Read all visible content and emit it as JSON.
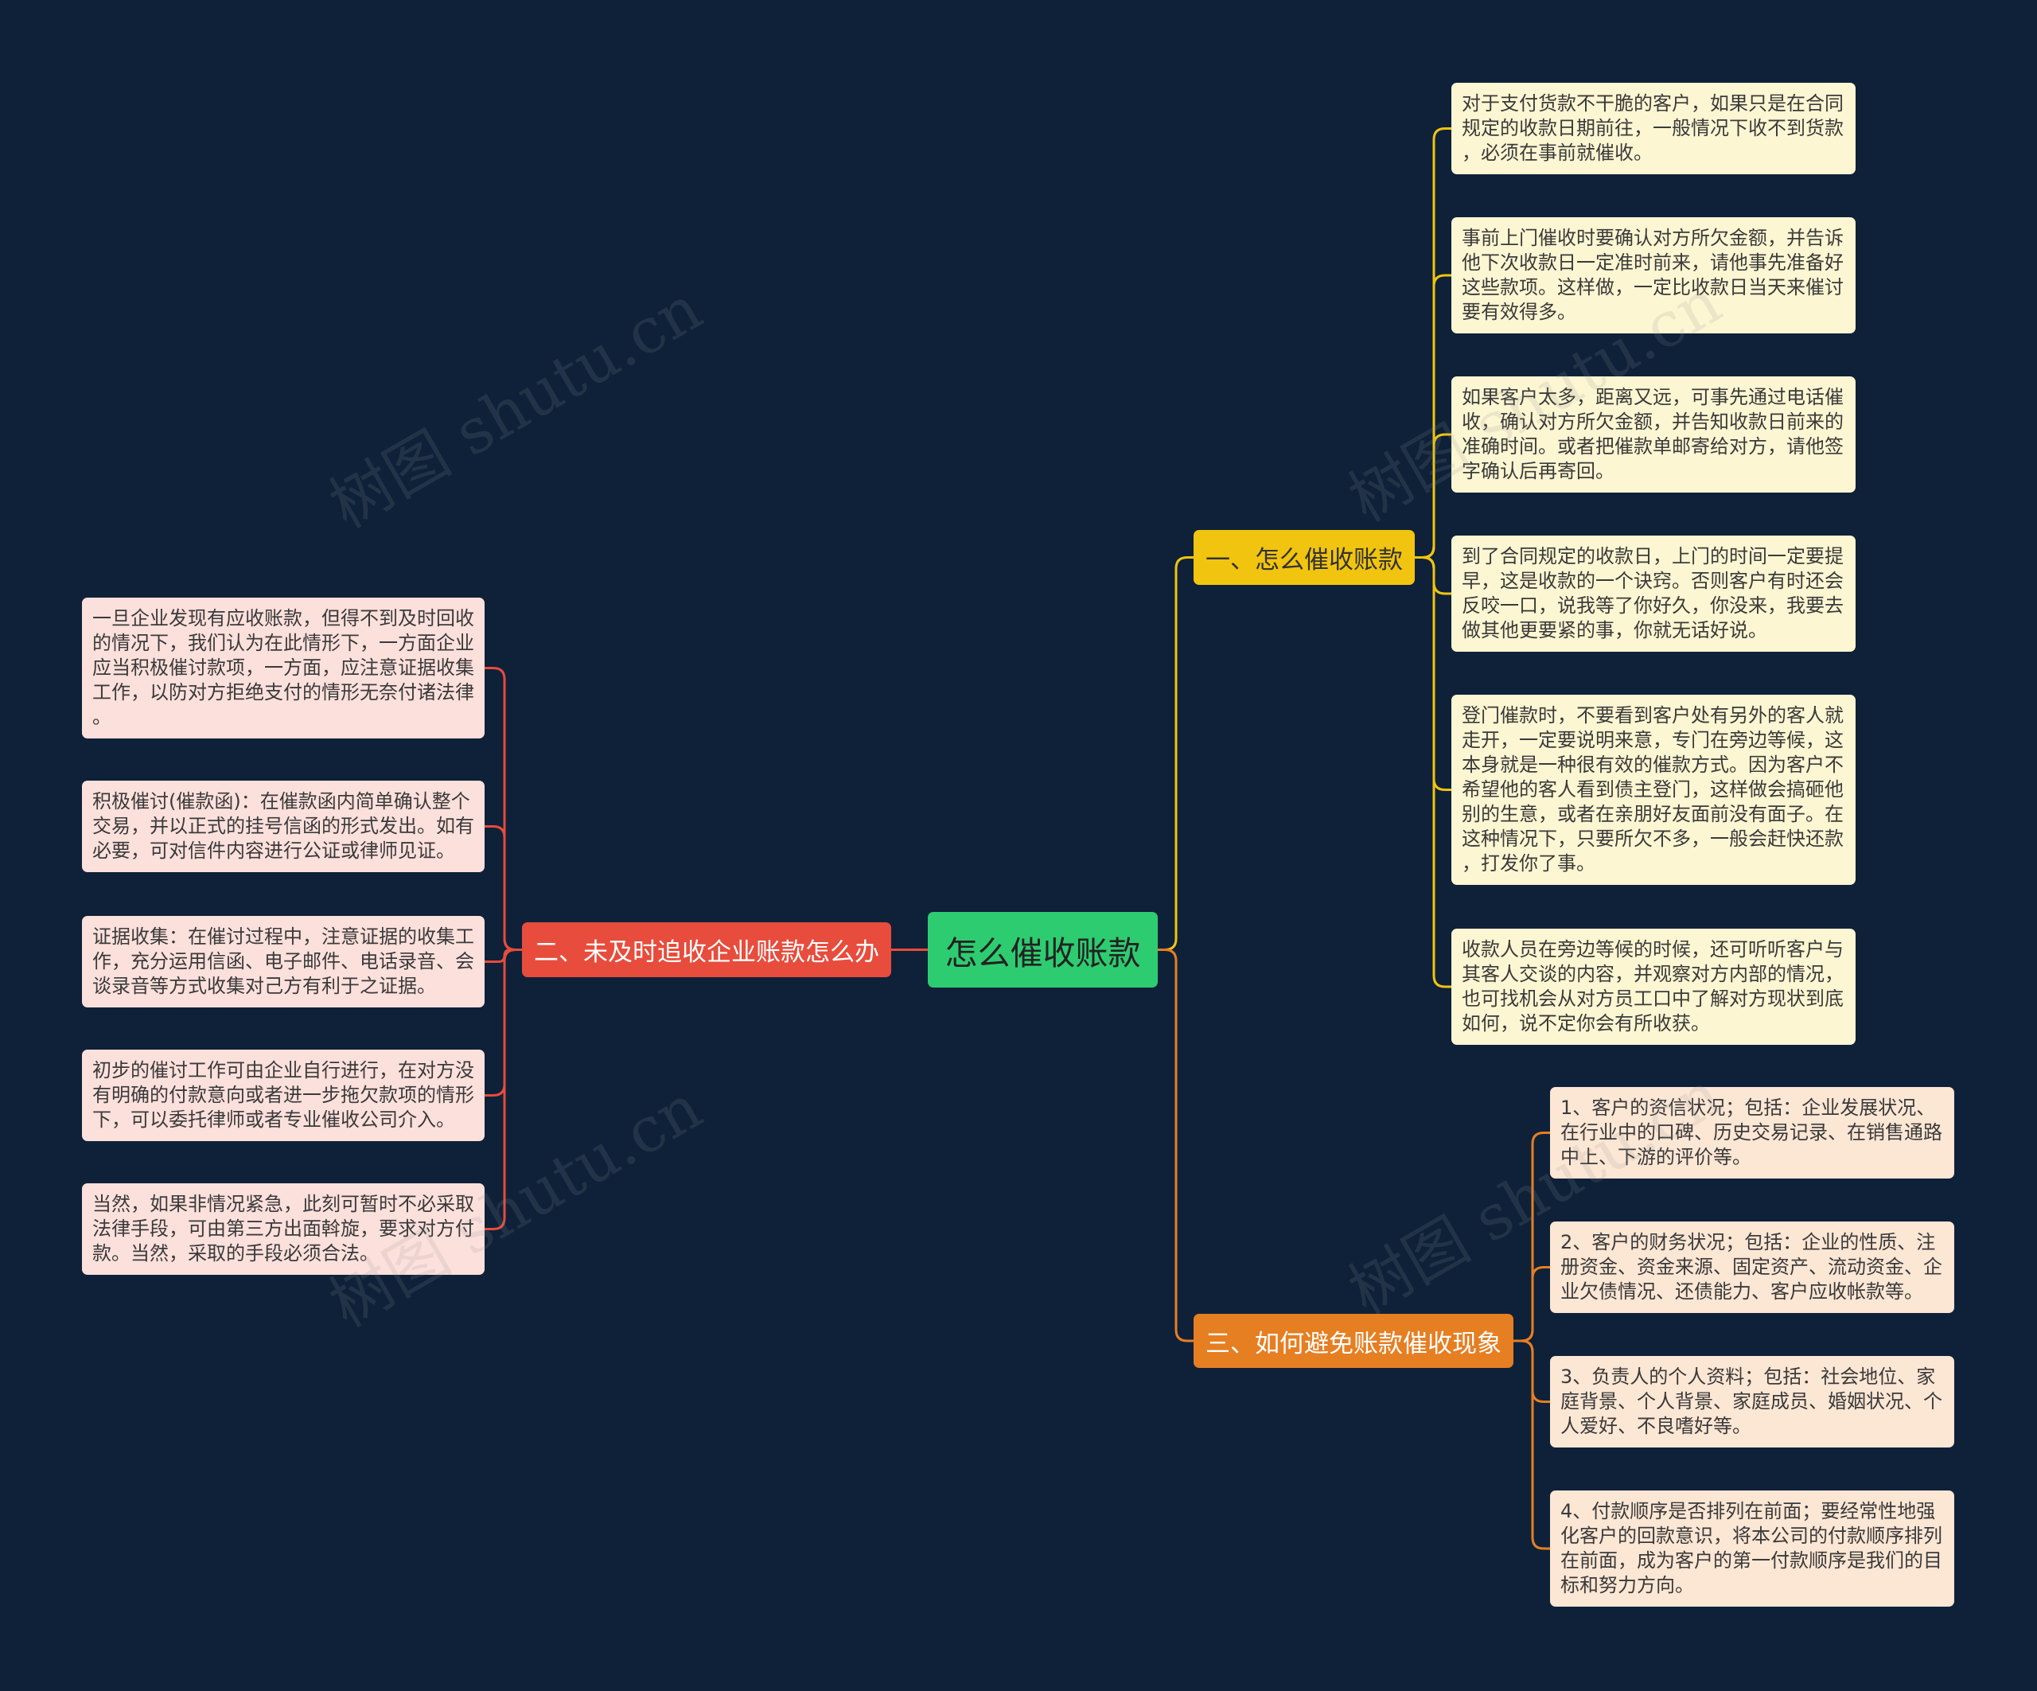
{
  "watermark": "树图 shutu.cn",
  "colors": {
    "background": "#0e2139",
    "root": "#2ecc71",
    "root_text": "#222222"
  },
  "root": {
    "label": "怎么催收账款"
  },
  "branches": [
    {
      "label": "一、怎么催收账款",
      "color": "#f1c40f",
      "text_color": "#333333",
      "leaf_color": "#fdf6d2",
      "leaves": [
        {
          "lines": [
            "对于支付货款不干脆的客户，如果只是在合同",
            "规定的收款日期前往，一般情况下收不到货款",
            "，必须在事前就催收。"
          ]
        },
        {
          "lines": [
            "事前上门催收时要确认对方所欠金额，并告诉",
            "他下次收款日一定准时前来，请他事先准备好",
            "这些款项。这样做，一定比收款日当天来催讨",
            "要有效得多。"
          ]
        },
        {
          "lines": [
            "如果客户太多，距离又远，可事先通过电话催",
            "收，确认对方所欠金额，并告知收款日前来的",
            "准确时间。或者把催款单邮寄给对方，请他签",
            "字确认后再寄回。"
          ]
        },
        {
          "lines": [
            "到了合同规定的收款日，上门的时间一定要提",
            "早，这是收款的一个诀窍。否则客户有时还会",
            "反咬一口，说我等了你好久，你没来，我要去",
            "做其他更要紧的事，你就无话好说。"
          ]
        },
        {
          "lines": [
            "登门催款时，不要看到客户处有另外的客人就",
            "走开，一定要说明来意，专门在旁边等候，这",
            "本身就是一种很有效的催款方式。因为客户不",
            "希望他的客人看到债主登门，这样做会搞砸他",
            "别的生意，或者在亲朋好友面前没有面子。在",
            "这种情况下，只要所欠不多，一般会赶快还款",
            "，打发你了事。"
          ]
        },
        {
          "lines": [
            "收款人员在旁边等候的时候，还可听听客户与",
            "其客人交谈的内容，并观察对方内部的情况，",
            "也可找机会从对方员工口中了解对方现状到底",
            "如何，说不定你会有所收获。"
          ]
        }
      ]
    },
    {
      "label": "二、未及时追收企业账款怎么办",
      "color": "#e74c3c",
      "text_color": "#ffffff",
      "leaf_color": "#fce0dc",
      "leaves": [
        {
          "lines": [
            "一旦企业发现有应收账款，但得不到及时回收",
            "的情况下，我们认为在此情形下，一方面企业",
            "应当积极催讨款项，一方面，应注意证据收集",
            "工作，以防对方拒绝支付的情形无奈付诸法律",
            "。"
          ]
        },
        {
          "lines": [
            "积极催讨(催款函)：在催款函内简单确认整个",
            "交易，并以正式的挂号信函的形式发出。如有",
            "必要，可对信件内容进行公证或律师见证。"
          ]
        },
        {
          "lines": [
            "证据收集：在催讨过程中，注意证据的收集工",
            "作，充分运用信函、电子邮件、电话录音、会",
            "谈录音等方式收集对己方有利于之证据。"
          ]
        },
        {
          "lines": [
            "初步的催讨工作可由企业自行进行，在对方没",
            "有明确的付款意向或者进一步拖欠款项的情形",
            "下，可以委托律师或者专业催收公司介入。"
          ]
        },
        {
          "lines": [
            "当然，如果非情况紧急，此刻可暂时不必采取",
            "法律手段，可由第三方出面斡旋，要求对方付",
            "款。当然，采取的手段必须合法。"
          ]
        }
      ]
    },
    {
      "label": "三、如何避免账款催收现象",
      "color": "#e67e22",
      "text_color": "#ffffff",
      "leaf_color": "#fce6d4",
      "leaves": [
        {
          "lines": [
            "1、客户的资信状况；包括：企业发展状况、",
            "在行业中的口碑、历史交易记录、在销售通路",
            "中上、下游的评价等。"
          ]
        },
        {
          "lines": [
            "2、客户的财务状况；包括：企业的性质、注",
            "册资金、资金来源、固定资产、流动资金、企",
            "业欠债情况、还债能力、客户应收帐款等。"
          ]
        },
        {
          "lines": [
            "3、负责人的个人资料；包括：社会地位、家",
            "庭背景、个人背景、家庭成员、婚姻状况、个",
            "人爱好、不良嗜好等。"
          ]
        },
        {
          "lines": [
            "4、付款顺序是否排列在前面；要经常性地强",
            "化客户的回款意识，将本公司的付款顺序排列",
            "在前面，成为客户的第一付款顺序是我们的目",
            "标和努力方向。"
          ]
        }
      ]
    }
  ]
}
